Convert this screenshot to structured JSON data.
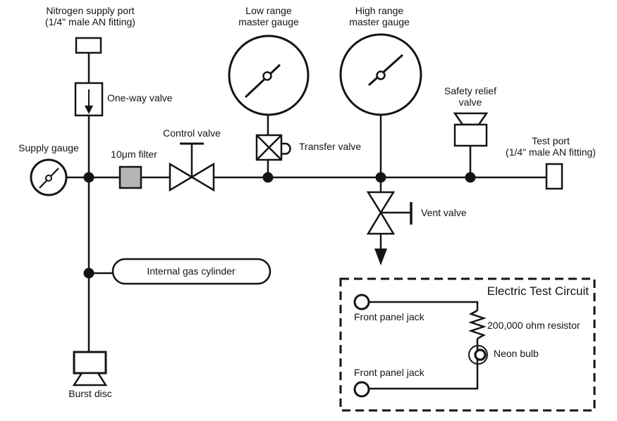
{
  "diagram": {
    "labels": {
      "nitrogen_port": {
        "line1": "Nitrogen supply port",
        "line2": "(1/4\" male AN fitting)"
      },
      "one_way_valve": "One-way valve",
      "supply_gauge": "Supply gauge",
      "filter": "10μm filter",
      "control_valve": "Control valve",
      "low_gauge": {
        "line1": "Low range",
        "line2": "master gauge"
      },
      "high_gauge": {
        "line1": "High range",
        "line2": "master gauge"
      },
      "transfer_valve": "Transfer valve",
      "safety_relief": {
        "line1": "Safety relief",
        "line2": "valve"
      },
      "test_port": {
        "line1": "Test port",
        "line2": "(1/4\" male AN fitting)"
      },
      "vent_valve": "Vent valve",
      "internal_gas_cylinder": "Internal gas cylinder",
      "burst_disc": "Burst disc"
    },
    "electric_circuit": {
      "title": "Electric Test Circuit",
      "front_panel_jack_top": "Front panel jack",
      "resistor": "200,000 ohm resistor",
      "neon_bulb": "Neon bulb",
      "front_panel_jack_bottom": "Front panel jack"
    },
    "colors": {
      "line": "#141414",
      "filter_fill": "#b5b5b5",
      "background": "#ffffff"
    }
  }
}
